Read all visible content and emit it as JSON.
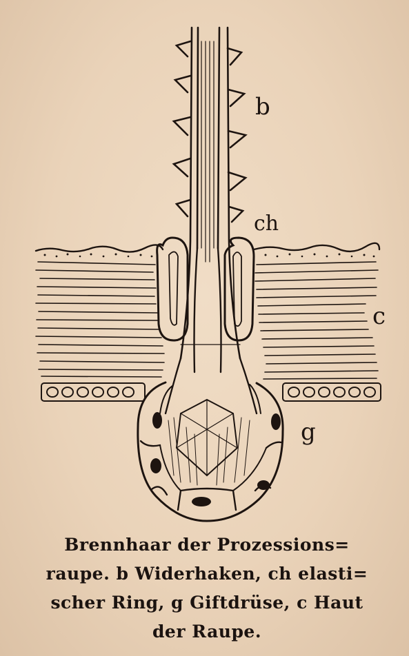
{
  "figure": {
    "labels": {
      "b": "b",
      "ch": "ch",
      "c": "c",
      "g": "g"
    },
    "ink_color": "#1d1410",
    "paper_color": "#ecd6bc"
  },
  "caption": {
    "line1": "Brennhaar der Prozessions=",
    "line2": "raupe. b Widerhaken, ch elasti=",
    "line3": "scher Ring, g Giftdrüse, c Haut",
    "line4": "der Raupe."
  }
}
